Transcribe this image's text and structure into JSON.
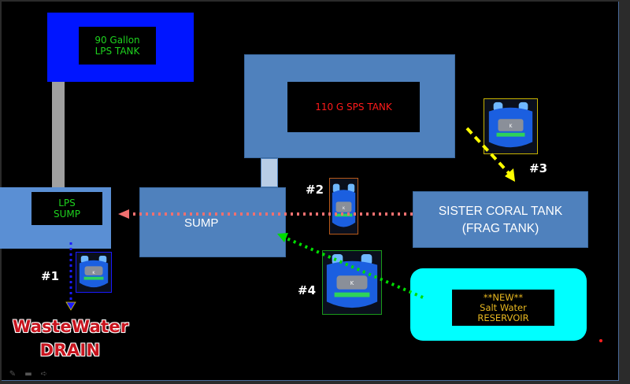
{
  "tanks": {
    "lps_tank": {
      "line1": "90 Gallon",
      "line2": "LPS TANK"
    },
    "lps_sump": {
      "line1": "LPS",
      "line2": "SUMP"
    },
    "sps_tank": {
      "label": "110 G SPS TANK"
    },
    "sump": {
      "label": "SUMP"
    },
    "frag_tank": {
      "line1": "SISTER CORAL TANK",
      "line2": "(FRAG TANK)"
    },
    "reservoir": {
      "line1": "**NEW**",
      "line2": "Salt Water",
      "line3": "RESERVOIR"
    }
  },
  "pumps": [
    {
      "number": "#1",
      "brand": "Kamoer",
      "border_color": "#1a1aff",
      "flow": "LPS SUMP to WasteWater DRAIN",
      "arrow_color": "#1a1aff"
    },
    {
      "number": "#2",
      "brand": "Kamoer",
      "border_color": "#b85a1a",
      "flow": "SISTER CORAL TANK to LPS SUMP",
      "arrow_color": "#f07070"
    },
    {
      "number": "#3",
      "brand": "Kamoer",
      "border_color": "#c8b400",
      "flow": "into SISTER CORAL TANK",
      "arrow_color": "#ffff00"
    },
    {
      "number": "#4",
      "brand": "Kamoer",
      "border_color": "#1a9a1a",
      "flow": "Salt Water RESERVOIR to SUMP",
      "arrow_color": "#00dd00"
    }
  ],
  "drain": {
    "line1": "WasteWater",
    "line2": "DRAIN"
  },
  "toolbar": {
    "icons": [
      "pen-icon",
      "slide-icon",
      "next-arrow-icon"
    ],
    "glyphs": [
      "✎",
      "▬",
      "➪"
    ]
  },
  "colors": {
    "lps_tank": "#0015ff",
    "lps_sump": "#5a8fd4",
    "sps_tank": "#4f81bd",
    "reservoir": "#00ffff",
    "green_text": "#1ed21e",
    "sps_text": "#ff1a1a",
    "reservoir_text": "#e8b820",
    "drain_text": "#c8141e"
  }
}
